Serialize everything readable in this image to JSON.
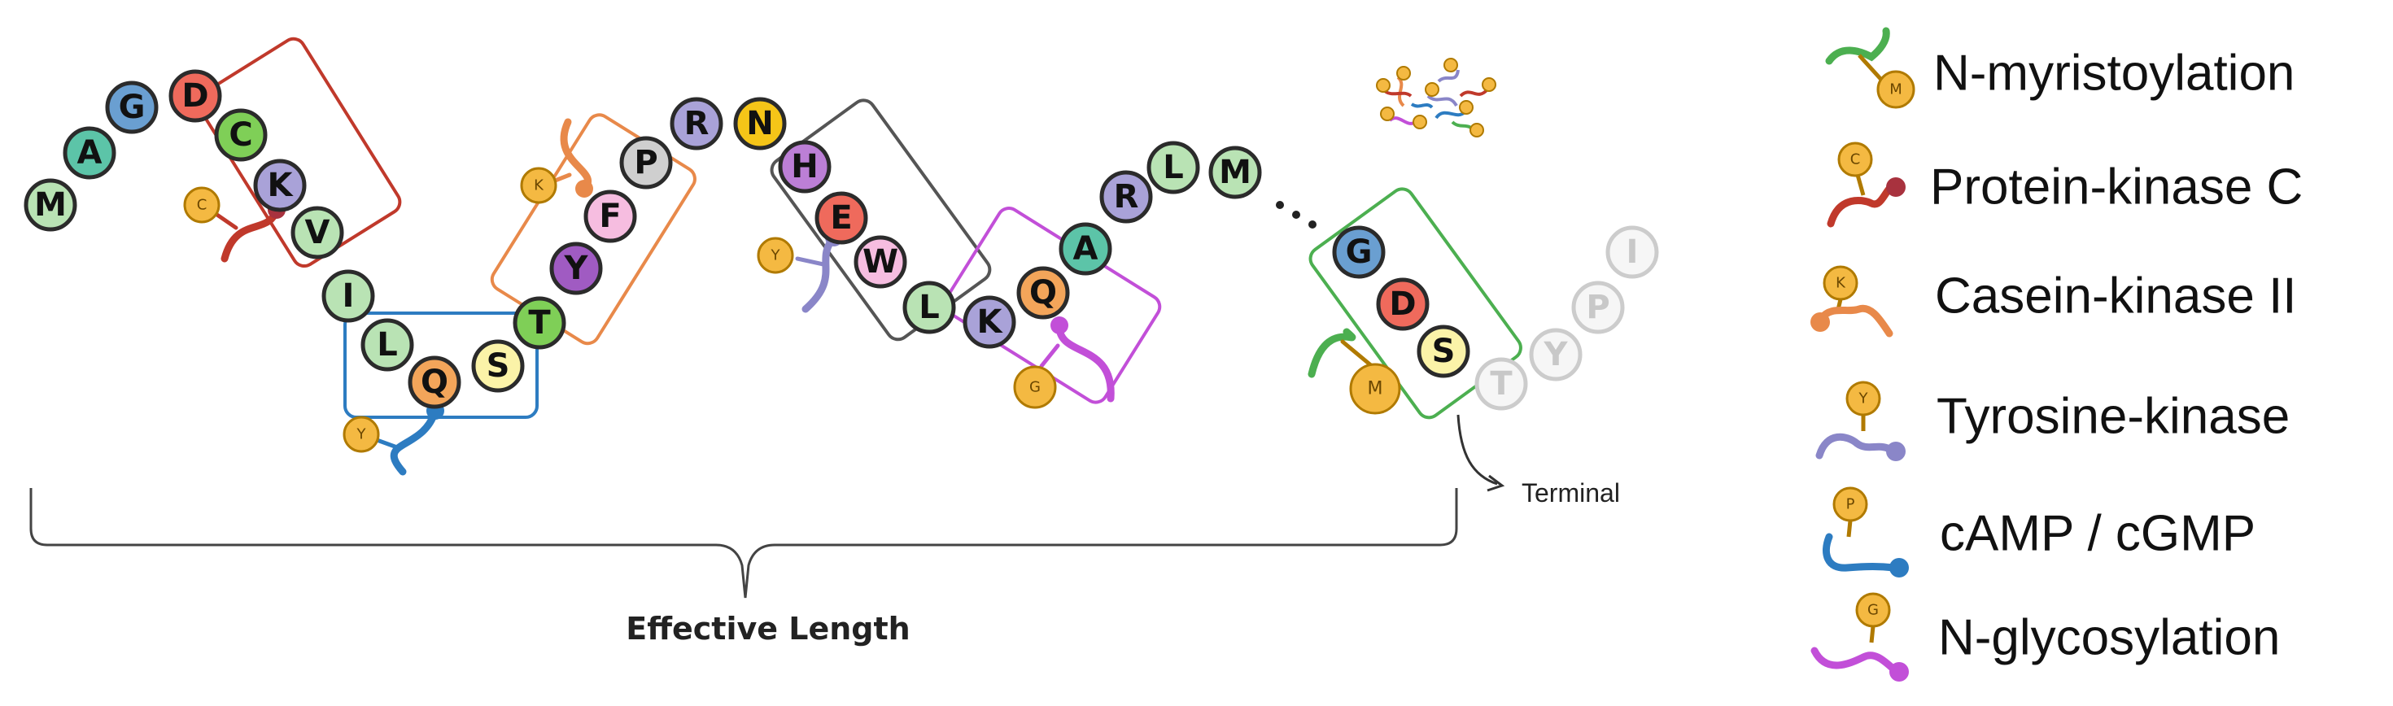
{
  "caption": "Effective Length",
  "terminal_label": "Terminal",
  "colors": {
    "myristoylation": "#4caf50",
    "protein_kinase_c": "#c0392b",
    "casein_kinase_ii": "#e8894a",
    "tyrosine_kinase": "#8a86c8",
    "camp_cgmp": "#2d7cc1",
    "glycosylation": "#c24fd8",
    "mod_head": "#f4b942"
  },
  "residues": [
    {
      "letter": "M",
      "color": "#b9e3b4"
    },
    {
      "letter": "A",
      "color": "#5cc4a8"
    },
    {
      "letter": "G",
      "color": "#6a9fd1"
    },
    {
      "letter": "D",
      "color": "#ef6a5c"
    },
    {
      "letter": "C",
      "color": "#7fcf57"
    },
    {
      "letter": "K",
      "color": "#a9a2d8"
    },
    {
      "letter": "V",
      "color": "#b9e3b4"
    },
    {
      "letter": "I",
      "color": "#b9e3b4"
    },
    {
      "letter": "L",
      "color": "#b9e3b4"
    },
    {
      "letter": "Q",
      "color": "#f3a55a"
    },
    {
      "letter": "S",
      "color": "#fbf3a8"
    },
    {
      "letter": "T",
      "color": "#7fcf57"
    },
    {
      "letter": "Y",
      "color": "#a05bc2"
    },
    {
      "letter": "F",
      "color": "#f6bde0"
    },
    {
      "letter": "P",
      "color": "#cfcfcf"
    },
    {
      "letter": "R",
      "color": "#a9a2d8"
    },
    {
      "letter": "N",
      "color": "#f5c518"
    },
    {
      "letter": "H",
      "color": "#bc7fd6"
    },
    {
      "letter": "E",
      "color": "#ef6a5c"
    },
    {
      "letter": "W",
      "color": "#f6bde0"
    },
    {
      "letter": "L",
      "color": "#b9e3b4"
    },
    {
      "letter": "K",
      "color": "#a9a2d8"
    },
    {
      "letter": "Q",
      "color": "#f3a55a"
    },
    {
      "letter": "A",
      "color": "#5cc4a8"
    },
    {
      "letter": "R",
      "color": "#a9a2d8"
    },
    {
      "letter": "L",
      "color": "#b9e3b4"
    },
    {
      "letter": "M",
      "color": "#b9e3b4"
    },
    {
      "letter": "G",
      "color": "#6a9fd1"
    },
    {
      "letter": "D",
      "color": "#ef6a5c"
    },
    {
      "letter": "S",
      "color": "#fbf3a8"
    }
  ],
  "terminal_residues": [
    {
      "letter": "T"
    },
    {
      "letter": "Y"
    },
    {
      "letter": "P"
    },
    {
      "letter": "I"
    }
  ],
  "modification_markers": [
    {
      "letter": "C"
    },
    {
      "letter": "Y"
    },
    {
      "letter": "K"
    },
    {
      "letter": "Y"
    },
    {
      "letter": "G"
    },
    {
      "letter": "M"
    }
  ],
  "legend": [
    {
      "label": "N-myristoylation",
      "icon_letter": "M",
      "icon": "n-myristoylation-icon"
    },
    {
      "label": "Protein-kinase C",
      "icon_letter": "C",
      "icon": "protein-kinase-c-icon"
    },
    {
      "label": "Casein-kinase II",
      "icon_letter": "K",
      "icon": "casein-kinase-ii-icon"
    },
    {
      "label": "Tyrosine-kinase",
      "icon_letter": "Y",
      "icon": "tyrosine-kinase-icon"
    },
    {
      "label": "cAMP / cGMP",
      "icon_letter": "P",
      "icon": "camp-cgmp-icon"
    },
    {
      "label": "N-glycosylation",
      "icon_letter": "G",
      "icon": "n-glycosylation-icon"
    }
  ]
}
